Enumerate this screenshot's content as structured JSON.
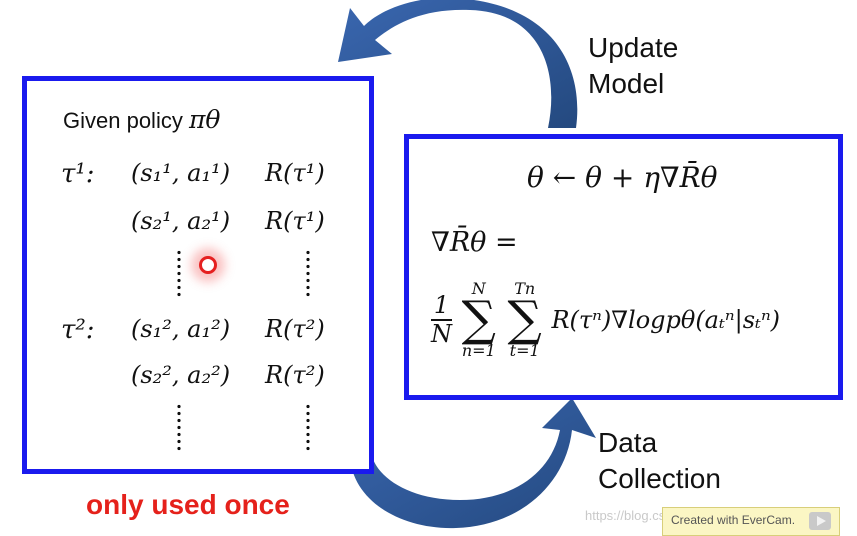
{
  "left_panel": {
    "given_policy_text": "Given policy ",
    "policy_symbol": "πθ",
    "trajectory_1_label": "τ¹:",
    "trajectory_2_label": "τ²:",
    "rows": [
      {
        "pair": "(s₁¹, a₁¹)",
        "reward": "R(τ¹)"
      },
      {
        "pair": "(s₂¹, a₂¹)",
        "reward": "R(τ¹)"
      },
      {
        "pair": "(s₁², a₁²)",
        "reward": "R(τ²)"
      },
      {
        "pair": "(s₂², a₂²)",
        "reward": "R(τ²)"
      }
    ]
  },
  "right_panel": {
    "update_rule": "θ ← θ + η∇R̄θ",
    "gradient_lhs": "∇R̄θ =",
    "fraction_num": "1",
    "fraction_den": "N",
    "outer_sum_top": "N",
    "outer_sum_bottom": "n=1",
    "inner_sum_top": "Tn",
    "inner_sum_bottom": "t=1",
    "sigma": "∑",
    "summand": "R(τⁿ)∇logpθ(aₜⁿ|sₜⁿ)"
  },
  "labels": {
    "update_line1": "Update",
    "update_line2": "Model",
    "data_line1": "Data",
    "data_line2": "Collection",
    "only_used_once": "only used once"
  },
  "watermark": {
    "url": "https://blog.csdn.net/...",
    "badge": "Created with EverCam."
  },
  "colors": {
    "box_border": "#1a1aee",
    "arrow": "#2f5597",
    "warning_text": "#e5211b",
    "cursor": "#e52020"
  }
}
